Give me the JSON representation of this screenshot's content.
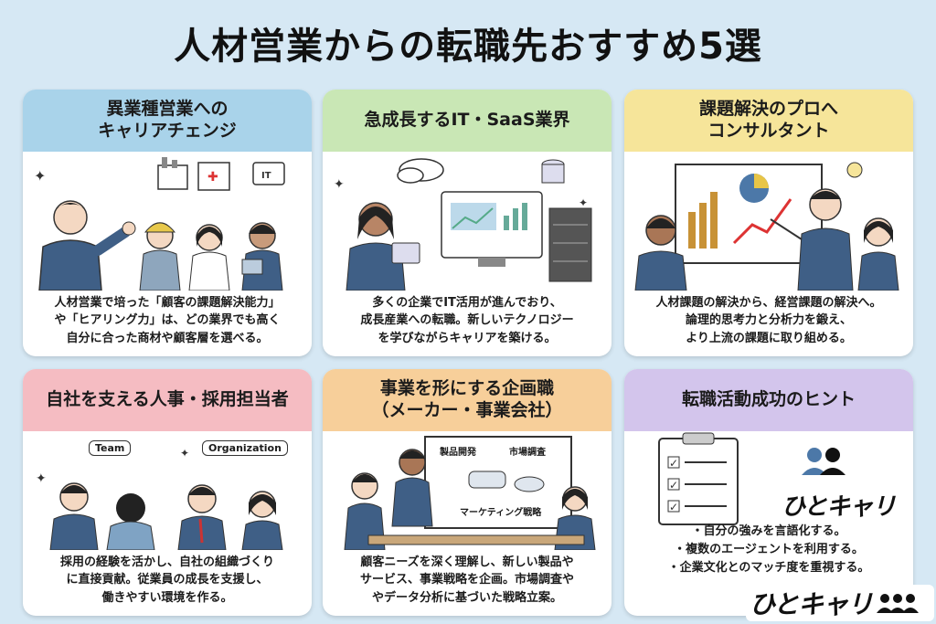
{
  "title": "人材営業からの転職先おすすめ5選",
  "cards": [
    {
      "heading": "異業種営業への\nキャリアチェンジ",
      "body": "人材営業で培った「顧客の課題解決能力」\nや「ヒアリング力」は、どの業界でも高く\n自分に合った商材や顧客層を選べる。",
      "icons": {
        "it": "IT"
      }
    },
    {
      "heading": "急成長するIT・SaaS業界",
      "body": "多くの企業でIT活用が進んでおり、\n成長産業への転職。新しいテクノロジー\nを学びながらキャリアを築ける。"
    },
    {
      "heading": "課題解決のプロへ\nコンサルタント",
      "body": "人材課題の解決から、経営課題の解決へ。\n論理的思考力と分析力を鍛え、\nより上流の課題に取り組める。"
    },
    {
      "heading": "自社を支える人事・採用担当者",
      "body": "採用の経験を活かし、自社の組織づくり\nに直接貢献。従業員の成長を支援し、\n働きやすい環境を作る。",
      "bubbles": [
        "Team",
        "Organization"
      ]
    },
    {
      "heading": "事業を形にする企画職\n（メーカー・事業会社）",
      "body": "顧客ニーズを深く理解し、新しい製品や\nサービス、事業戦略を企画。市場調査や\nやデータ分析に基づいた戦略立案。",
      "board_labels": [
        "製品開発",
        "市場調査",
        "マーケティング戦略"
      ]
    },
    {
      "heading": "転職活動成功のヒント",
      "hints": [
        "・自分の強みを言語化する。",
        "・複数のエージェントを利用する。",
        "・企業文化とのマッチ度を重視する。"
      ],
      "logo": "ひとキャリ"
    }
  ],
  "footer_logo": "ひとキャリ",
  "colors": {
    "background": "#d6e8f4",
    "suit": "#3f5f86",
    "head_blue": "#a9d3ea",
    "head_green": "#c9e7b5",
    "head_yellow": "#f6e59a",
    "head_pink": "#f5bcc2",
    "head_orange": "#f7cf9a",
    "head_purple": "#d3c5ec"
  }
}
